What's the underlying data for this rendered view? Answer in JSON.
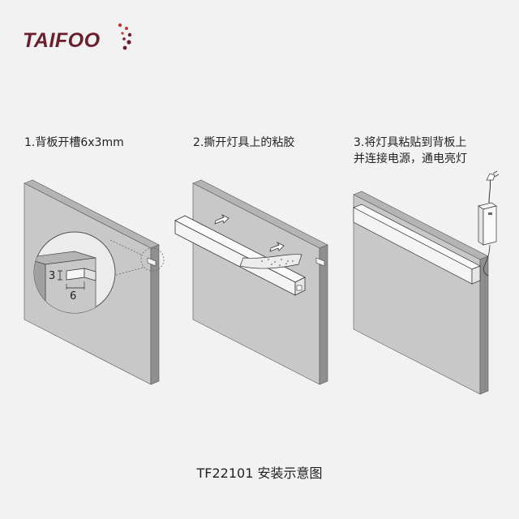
{
  "brand": {
    "logo_text": "TAIFOO",
    "logo_color": "#6b1e2c"
  },
  "steps": [
    {
      "label": "1.背板开槽6x3mm"
    },
    {
      "label_line1": "2.撕开灯具上的粘胶"
    },
    {
      "label_line1": "3.将灯具粘贴到背板上",
      "label_line2": "并连接电源，通电亮灯"
    }
  ],
  "detail": {
    "depth_label": "3",
    "width_label": "6"
  },
  "caption": "TF22101 安装示意图",
  "colors": {
    "panel_face": "#c8c8c8",
    "panel_edge": "#8f8f8f",
    "panel_top": "#b4b4b4",
    "light_bar": "#f4f4f4",
    "outline": "#333333"
  }
}
